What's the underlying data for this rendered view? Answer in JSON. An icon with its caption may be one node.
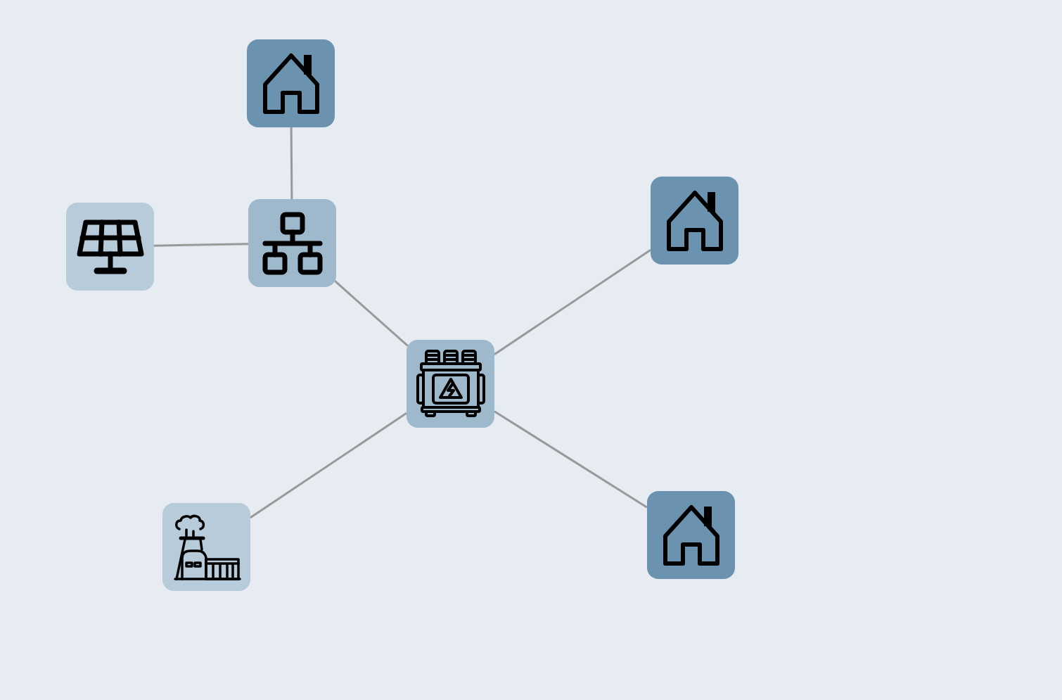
{
  "diagram": {
    "nodes": [
      {
        "text": [],
        "shape": "picture"
      },
      {
        "text": [],
        "shape": "picture"
      },
      {
        "text": [],
        "shape": "picture"
      },
      {
        "text": [],
        "shape": "picture"
      },
      {
        "text": [],
        "shape": "picture"
      },
      {
        "text": [],
        "shape": "picture"
      },
      {
        "text": [],
        "shape": "picture"
      }
    ],
    "edges": [
      {
        "from": 0,
        "to": 2,
        "arrow": "none"
      },
      {
        "from": 1,
        "to": 2,
        "arrow": "none"
      },
      {
        "from": 2,
        "to": 4,
        "arrow": "none"
      },
      {
        "from": 4,
        "to": 3,
        "arrow": "none"
      },
      {
        "from": 4,
        "to": 5,
        "arrow": "none"
      },
      {
        "from": 4,
        "to": 6,
        "arrow": "none"
      }
    ]
  }
}
